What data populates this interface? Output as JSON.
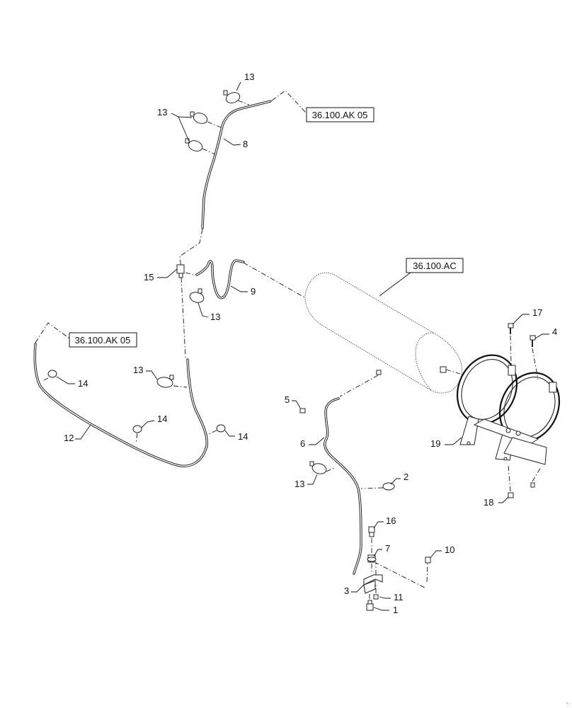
{
  "callouts": [
    {
      "id": "c13a",
      "text": "13"
    },
    {
      "id": "c13b",
      "text": "13"
    },
    {
      "id": "c8",
      "text": "8"
    },
    {
      "id": "c15",
      "text": "15"
    },
    {
      "id": "c9",
      "text": "9"
    },
    {
      "id": "c13c",
      "text": "13"
    },
    {
      "id": "c13d",
      "text": "13"
    },
    {
      "id": "c14a",
      "text": "14"
    },
    {
      "id": "c14b",
      "text": "14"
    },
    {
      "id": "c14c",
      "text": "14"
    },
    {
      "id": "c12",
      "text": "12"
    },
    {
      "id": "c17",
      "text": "17"
    },
    {
      "id": "c4",
      "text": "4"
    },
    {
      "id": "c19",
      "text": "19"
    },
    {
      "id": "c18",
      "text": "18"
    },
    {
      "id": "c5",
      "text": "5"
    },
    {
      "id": "c6",
      "text": "6"
    },
    {
      "id": "c13e",
      "text": "13"
    },
    {
      "id": "c2",
      "text": "2"
    },
    {
      "id": "c16",
      "text": "16"
    },
    {
      "id": "c7",
      "text": "7"
    },
    {
      "id": "c10",
      "text": "10"
    },
    {
      "id": "c3",
      "text": "3"
    },
    {
      "id": "c11",
      "text": "11"
    },
    {
      "id": "c1",
      "text": "1"
    }
  ],
  "references": [
    {
      "id": "ref_top",
      "text": "36.100.AK 05"
    },
    {
      "id": "ref_left",
      "text": "36.100.AK 05"
    },
    {
      "id": "ref_tank",
      "text": "36.100.AC"
    }
  ]
}
